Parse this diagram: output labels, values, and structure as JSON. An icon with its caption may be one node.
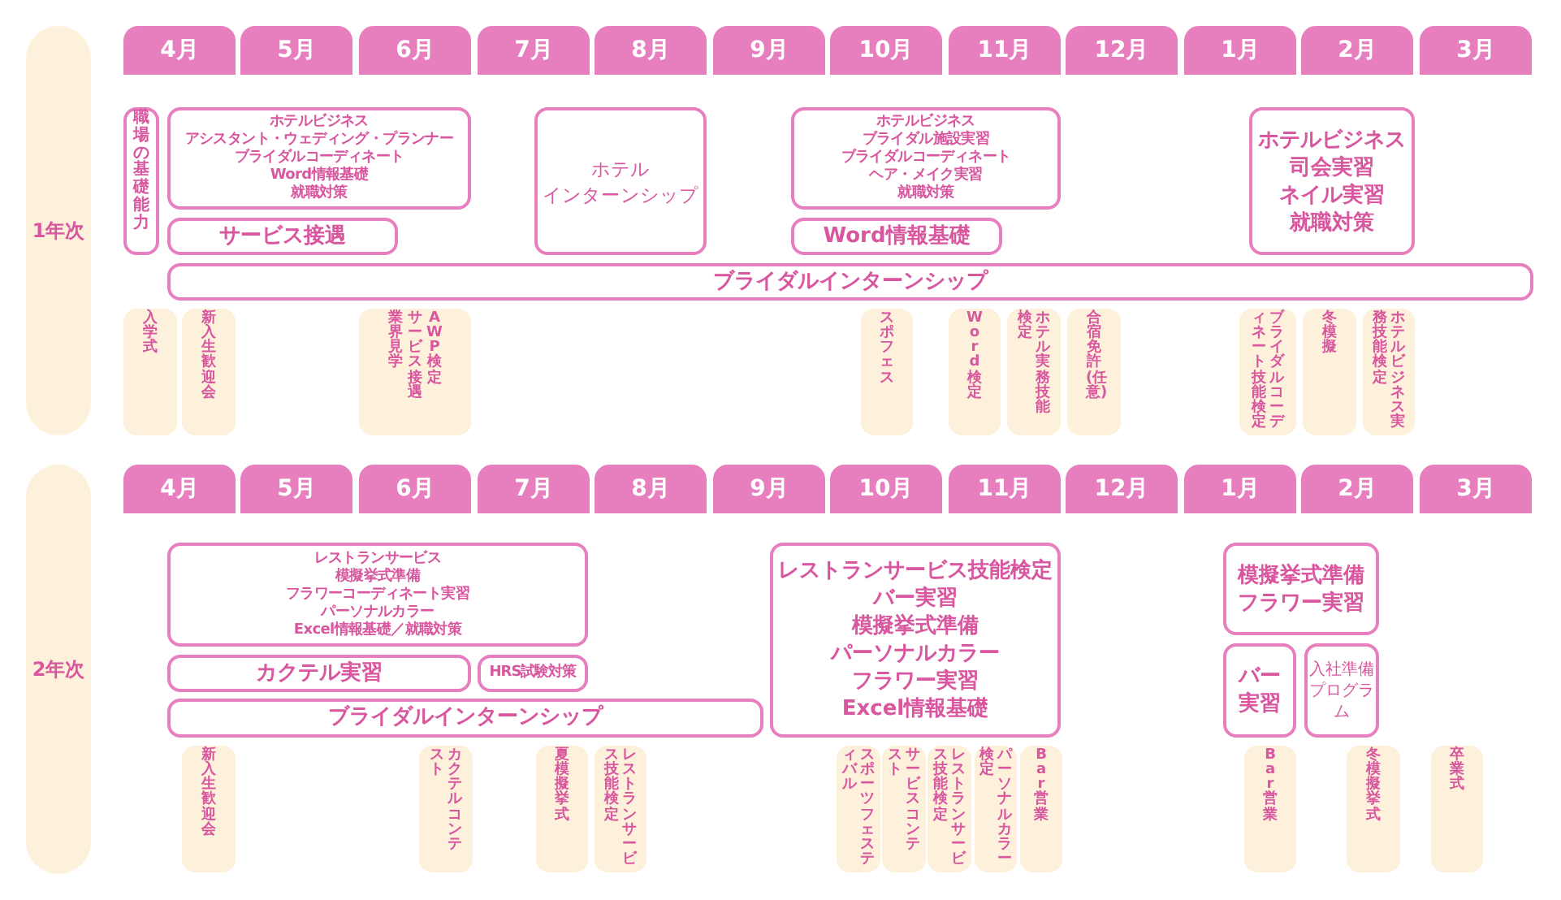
{
  "diagram": {
    "nodes": [
      {
        "text": [
          "1年次"
        ]
      },
      {
        "text": [
          "4月"
        ]
      },
      {
        "text": [
          "5月"
        ]
      },
      {
        "text": [
          "6月"
        ]
      },
      {
        "text": [
          "7月"
        ]
      },
      {
        "text": [
          "8月"
        ]
      },
      {
        "text": [
          "9月"
        ]
      },
      {
        "text": [
          "10月"
        ]
      },
      {
        "text": [
          "11月"
        ]
      },
      {
        "text": [
          "12月"
        ]
      },
      {
        "text": [
          "1月"
        ]
      },
      {
        "text": [
          "2月"
        ]
      },
      {
        "text": [
          "3月"
        ]
      },
      {
        "text": [
          "職場の基礎能力"
        ]
      },
      {
        "text": [
          "ホテルビジネス",
          "アシスタント・ウェディング・プランナー",
          "ブライダルコーディネート",
          "Word情報基礎",
          "就職対策"
        ]
      },
      {
        "text": [
          "ホテル",
          "インターンシップ"
        ]
      },
      {
        "text": [
          "ホテルビジネス",
          "ブライダル施設実習",
          "ブライダルコーディネート",
          "ヘア・メイク実習",
          "就職対策"
        ]
      },
      {
        "text": [
          "ホテルビジネス",
          "司会実習",
          "ネイル実習",
          "就職対策"
        ]
      },
      {
        "text": [
          "サービス接遇"
        ]
      },
      {
        "text": [
          "Word情報基礎"
        ]
      },
      {
        "text": [
          "ブライダルインターンシップ"
        ]
      },
      {
        "text": [
          "入学式"
        ]
      },
      {
        "text": [
          "新入生歓迎会"
        ]
      },
      {
        "text": [
          "業界見学",
          "サービス接遇",
          "AWP検定"
        ]
      },
      {
        "text": [
          "スポフェス"
        ]
      },
      {
        "text": [
          "Word検定"
        ]
      },
      {
        "text": [
          "ホテル実務技能検定"
        ]
      },
      {
        "text": [
          "合宿免許(任意)"
        ]
      },
      {
        "text": [
          "ブライダルコーディネート技能検定"
        ]
      },
      {
        "text": [
          "冬模擬"
        ]
      },
      {
        "text": [
          "ホテルビジネス実務技能検定"
        ]
      },
      {
        "text": [
          "2年次"
        ]
      },
      {
        "text": [
          "4月"
        ]
      },
      {
        "text": [
          "5月"
        ]
      },
      {
        "text": [
          "6月"
        ]
      },
      {
        "text": [
          "7月"
        ]
      },
      {
        "text": [
          "8月"
        ]
      },
      {
        "text": [
          "9月"
        ]
      },
      {
        "text": [
          "10月"
        ]
      },
      {
        "text": [
          "11月"
        ]
      },
      {
        "text": [
          "12月"
        ]
      },
      {
        "text": [
          "1月"
        ]
      },
      {
        "text": [
          "2月"
        ]
      },
      {
        "text": [
          "3月"
        ]
      },
      {
        "text": [
          "レストランサービス",
          "模擬挙式準備",
          "フラワーコーディネート実習",
          "パーソナルカラー",
          "Excel情報基礎／就職対策"
        ]
      },
      {
        "text": [
          "レストランサービス技能検定",
          "バー実習",
          "模擬挙式準備",
          "パーソナルカラー",
          "フラワー実習",
          "Excel情報基礎"
        ]
      },
      {
        "text": [
          "模擬挙式準備",
          "フラワー実習"
        ]
      },
      {
        "text": [
          "カクテル実習"
        ]
      },
      {
        "text": [
          "HRS試験対策"
        ]
      },
      {
        "text": [
          "バー実習"
        ]
      },
      {
        "text": [
          "入社準備プログラム"
        ]
      },
      {
        "text": [
          "ブライダルインターンシップ"
        ]
      },
      {
        "text": [
          "新入生歓迎会"
        ]
      },
      {
        "text": [
          "カクテルコンテスト"
        ]
      },
      {
        "text": [
          "夏模擬挙式"
        ]
      },
      {
        "text": [
          "レストランサービス技能検定"
        ]
      },
      {
        "text": [
          "スポーツフェスティバル"
        ]
      },
      {
        "text": [
          "サービスコンテスト"
        ]
      },
      {
        "text": [
          "レストランサービス技能検定"
        ]
      },
      {
        "text": [
          "パーソナルカラー検定"
        ]
      },
      {
        "text": [
          "Bar営業"
        ]
      },
      {
        "text": [
          "Bar営業"
        ]
      },
      {
        "text": [
          "冬模擬挙式"
        ]
      },
      {
        "text": [
          "卒業式"
        ]
      }
    ],
    "edges": []
  }
}
